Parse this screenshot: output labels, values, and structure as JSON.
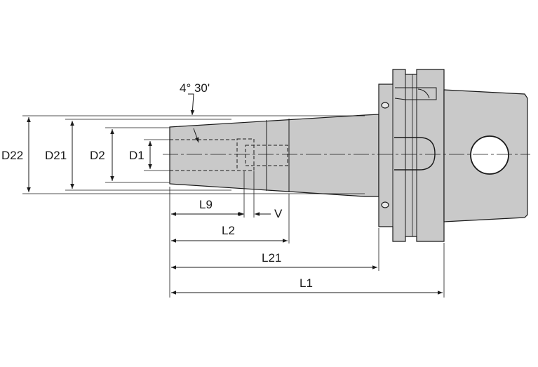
{
  "labels": {
    "angle": "4° 30'",
    "d22": "D22",
    "d21": "D21",
    "d2": "D2",
    "d1": "D1",
    "l9": "L9",
    "v": "V",
    "l2": "L2",
    "l21": "L21",
    "l1": "L1"
  },
  "colors": {
    "body": "#c9c9c9",
    "line": "#1a1a1a",
    "hole": "#ffffff"
  }
}
